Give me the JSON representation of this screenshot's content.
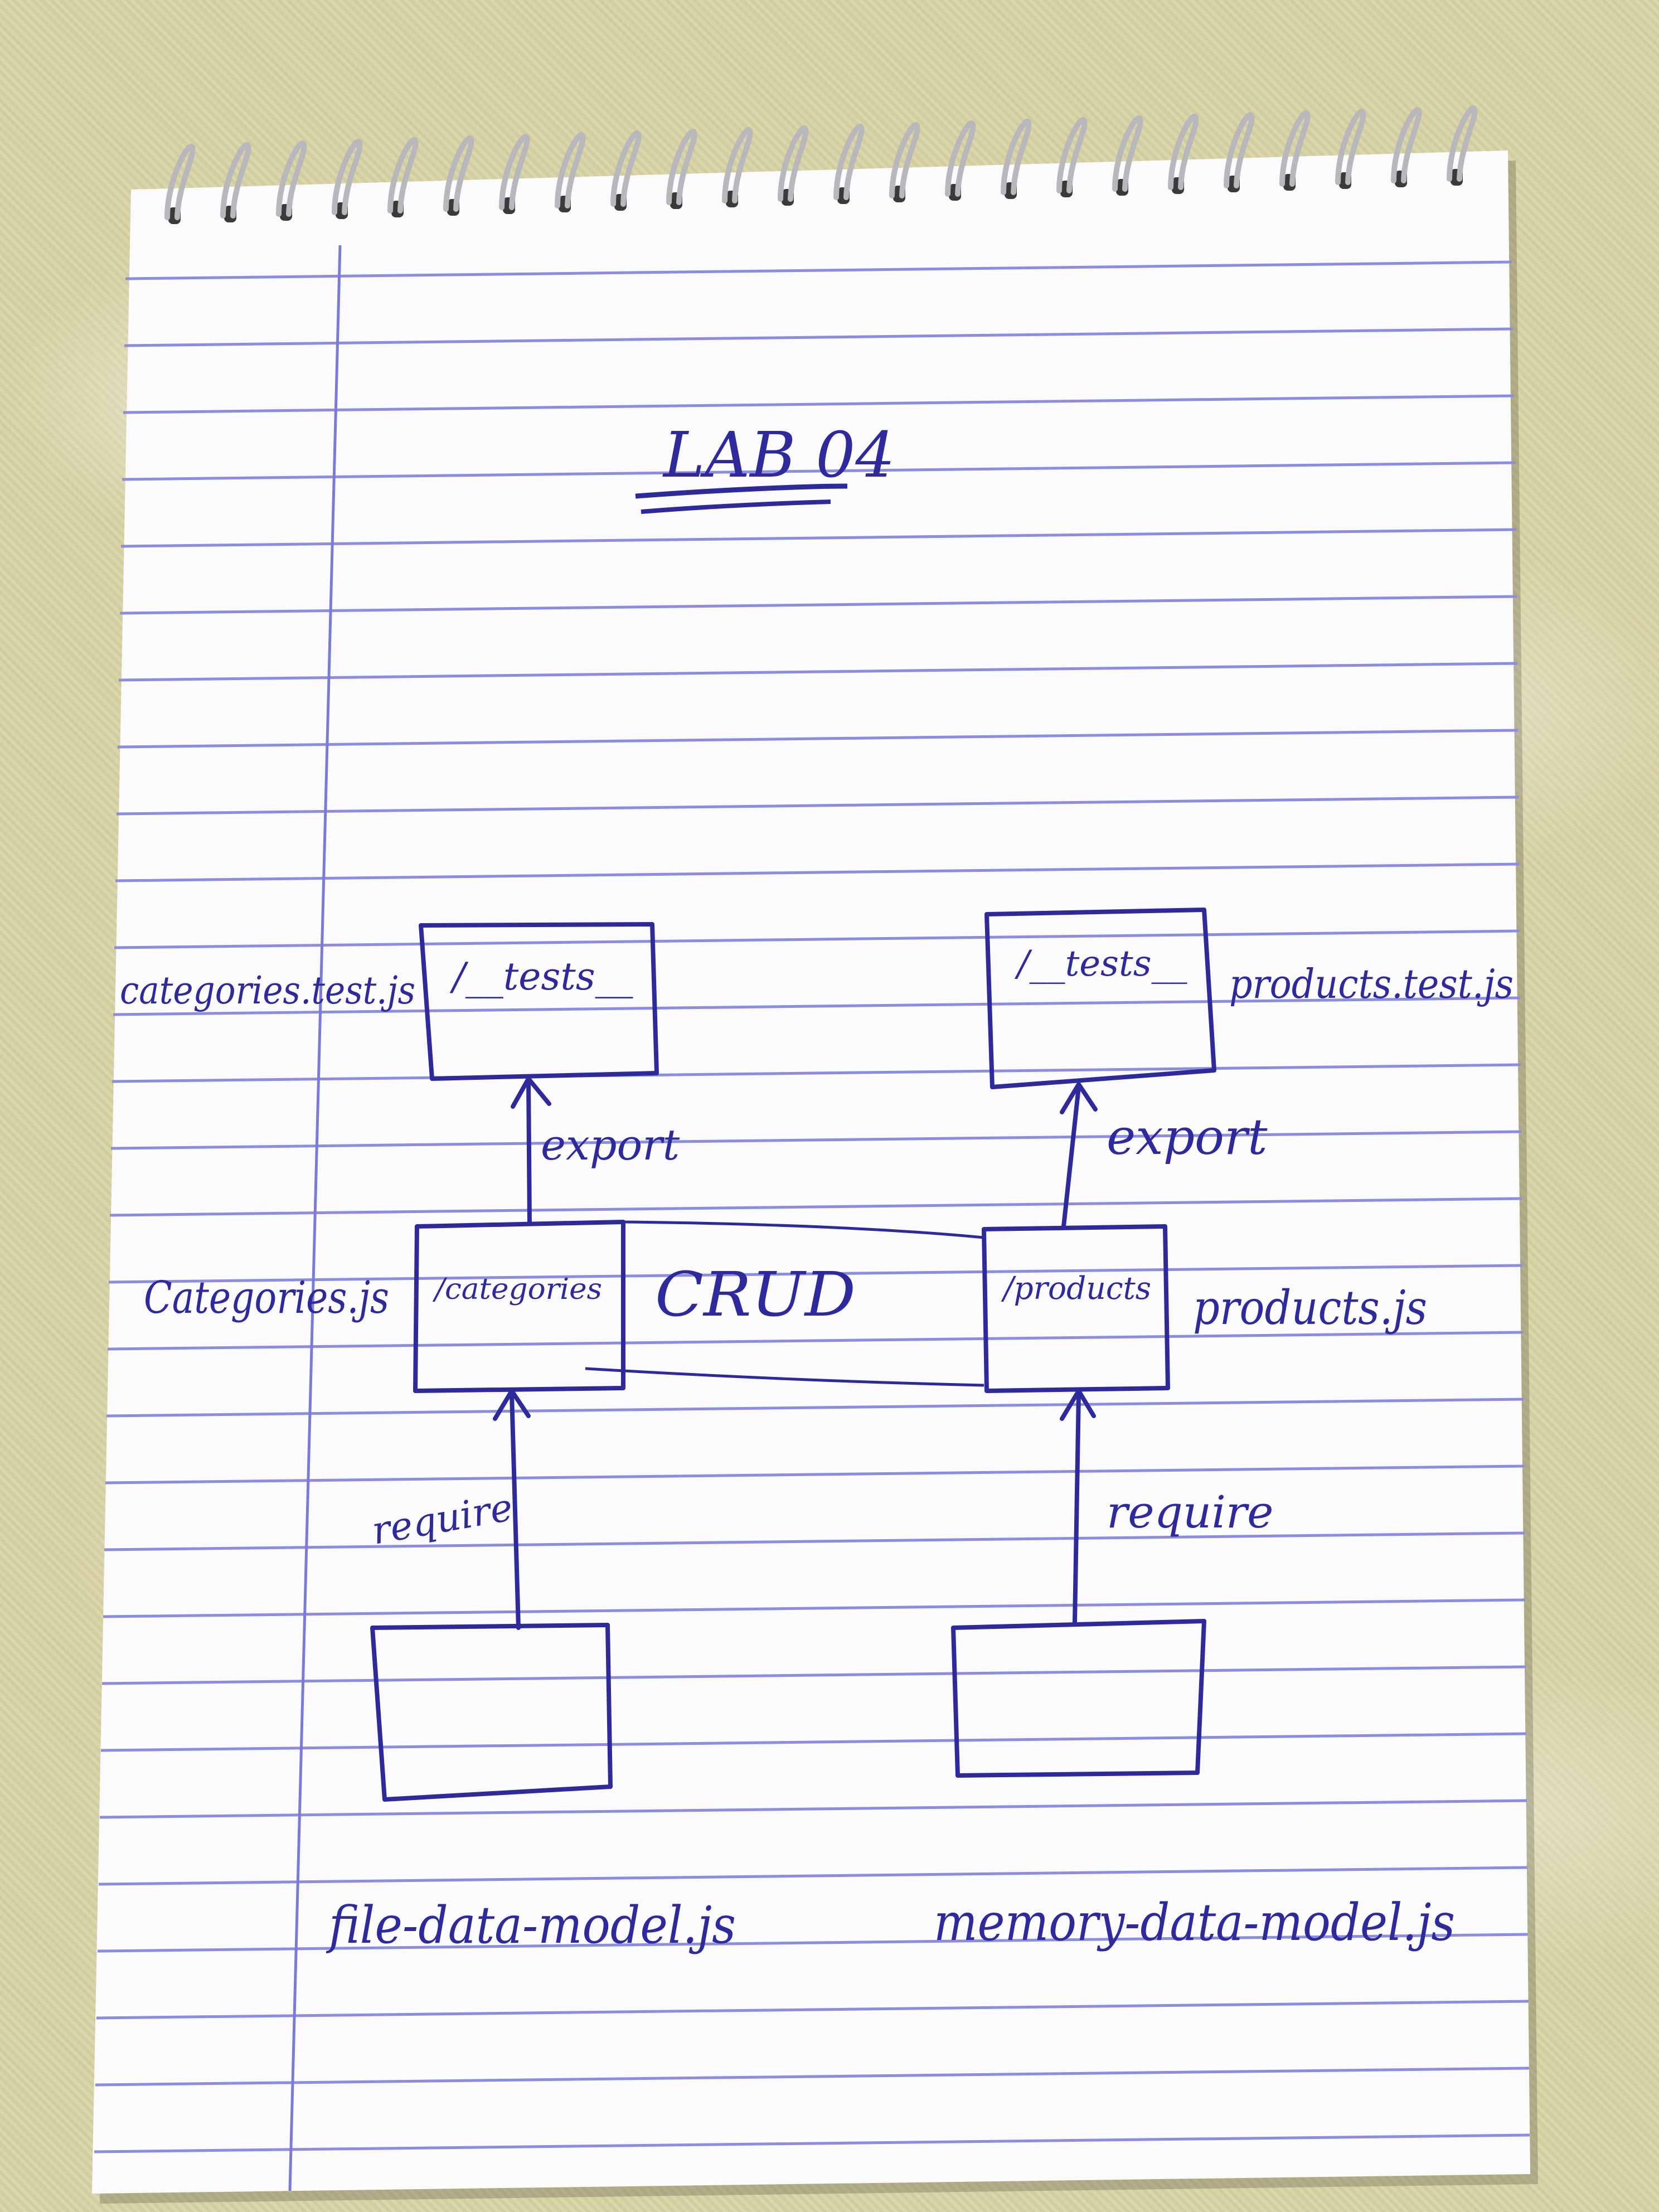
{
  "title": "LAB 04",
  "top_left_box": {
    "label": "/__tests__",
    "side_label": "categories.test.js"
  },
  "top_right_box": {
    "label": "/__tests__",
    "side_label": "products.test.js"
  },
  "mid_left_box": {
    "label": "/categories",
    "side_label": "Categories.js"
  },
  "mid_right_box": {
    "label": "/products",
    "side_label": "products.js"
  },
  "center_label": "CRUD",
  "left_export_label": "export",
  "right_export_label": "export",
  "left_require_label": "require",
  "right_require_label": "require",
  "bottom_left_caption": "file-data-model.js",
  "bottom_right_caption": "memory-data-model.js",
  "colors": {
    "ink": "#2e2a9c",
    "paper": "#fbfbfd",
    "ruled_line": "#8c8ce0",
    "margin_line": "#7a7ad8"
  }
}
